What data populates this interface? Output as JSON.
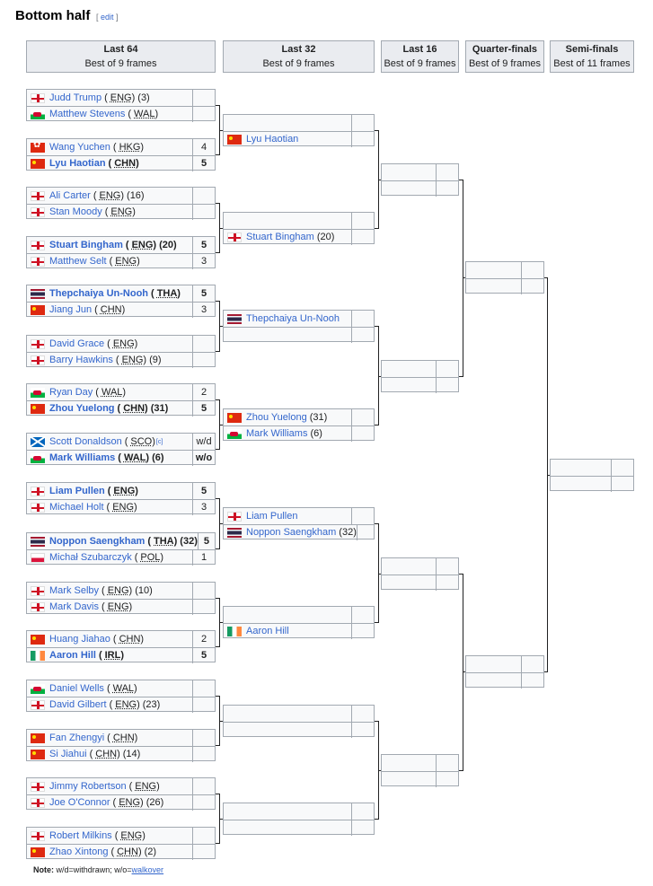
{
  "section": {
    "title": "Bottom half",
    "edit_label": "edit"
  },
  "rounds": [
    {
      "name": "Last 64",
      "format": "Best of 9 frames"
    },
    {
      "name": "Last 32",
      "format": "Best of 9 frames"
    },
    {
      "name": "Last 16",
      "format": "Best of 9 frames"
    },
    {
      "name": "Quarter-finals",
      "format": "Best of 9 frames"
    },
    {
      "name": "Semi-finals",
      "format": "Best of 11 frames"
    }
  ],
  "last64": [
    {
      "p1": {
        "name": "Judd Trump",
        "country": "ENG",
        "seed": "(3)",
        "flag": "eng",
        "score": "",
        "winner": false
      },
      "p2": {
        "name": "Matthew Stevens",
        "country": "WAL",
        "seed": "",
        "flag": "wal",
        "score": "",
        "winner": false
      }
    },
    {
      "p1": {
        "name": "Wang Yuchen",
        "country": "HKG",
        "seed": "",
        "flag": "hkg",
        "score": "4",
        "winner": false
      },
      "p2": {
        "name": "Lyu Haotian",
        "country": "CHN",
        "seed": "",
        "flag": "chn",
        "score": "5",
        "winner": true
      }
    },
    {
      "p1": {
        "name": "Ali Carter",
        "country": "ENG",
        "seed": "(16)",
        "flag": "eng",
        "score": "",
        "winner": false
      },
      "p2": {
        "name": "Stan Moody",
        "country": "ENG",
        "seed": "",
        "flag": "eng",
        "score": "",
        "winner": false
      }
    },
    {
      "p1": {
        "name": "Stuart Bingham",
        "country": "ENG",
        "seed": "(20)",
        "flag": "eng",
        "score": "5",
        "winner": true
      },
      "p2": {
        "name": "Matthew Selt",
        "country": "ENG",
        "seed": "",
        "flag": "eng",
        "score": "3",
        "winner": false
      }
    },
    {
      "p1": {
        "name": "Thepchaiya Un-Nooh",
        "country": "THA",
        "seed": "",
        "flag": "tha",
        "score": "5",
        "winner": true
      },
      "p2": {
        "name": "Jiang Jun",
        "country": "CHN",
        "seed": "",
        "flag": "chn",
        "score": "3",
        "winner": false
      }
    },
    {
      "p1": {
        "name": "David Grace",
        "country": "ENG",
        "seed": "",
        "flag": "eng",
        "score": "",
        "winner": false
      },
      "p2": {
        "name": "Barry Hawkins",
        "country": "ENG",
        "seed": "(9)",
        "flag": "eng",
        "score": "",
        "winner": false
      }
    },
    {
      "p1": {
        "name": "Ryan Day",
        "country": "WAL",
        "seed": "",
        "flag": "wal",
        "score": "2",
        "winner": false
      },
      "p2": {
        "name": "Zhou Yuelong",
        "country": "CHN",
        "seed": "(31)",
        "flag": "chn",
        "score": "5",
        "winner": true
      }
    },
    {
      "p1": {
        "name": "Scott Donaldson",
        "country": "SCO",
        "seed": "",
        "flag": "sco",
        "score": "w/d",
        "winner": false,
        "footnote": "[c]"
      },
      "p2": {
        "name": "Mark Williams",
        "country": "WAL",
        "seed": "(6)",
        "flag": "wal",
        "score": "w/o",
        "winner": true
      }
    },
    {
      "p1": {
        "name": "Liam Pullen",
        "country": "ENG",
        "seed": "",
        "flag": "eng",
        "score": "5",
        "winner": true
      },
      "p2": {
        "name": "Michael Holt",
        "country": "ENG",
        "seed": "",
        "flag": "eng",
        "score": "3",
        "winner": false
      }
    },
    {
      "p1": {
        "name": "Noppon Saengkham",
        "country": "THA",
        "seed": "(32)",
        "flag": "tha",
        "score": "5",
        "winner": true
      },
      "p2": {
        "name": "Michał Szubarczyk",
        "country": "POL",
        "seed": "",
        "flag": "pol",
        "score": "1",
        "winner": false
      }
    },
    {
      "p1": {
        "name": "Mark Selby",
        "country": "ENG",
        "seed": "(10)",
        "flag": "eng",
        "score": "",
        "winner": false
      },
      "p2": {
        "name": "Mark Davis",
        "country": "ENG",
        "seed": "",
        "flag": "eng",
        "score": "",
        "winner": false
      }
    },
    {
      "p1": {
        "name": "Huang Jiahao",
        "country": "CHN",
        "seed": "",
        "flag": "chn",
        "score": "2",
        "winner": false
      },
      "p2": {
        "name": "Aaron Hill",
        "country": "IRL",
        "seed": "",
        "flag": "irl",
        "score": "5",
        "winner": true
      }
    },
    {
      "p1": {
        "name": "Daniel Wells",
        "country": "WAL",
        "seed": "",
        "flag": "wal",
        "score": "",
        "winner": false
      },
      "p2": {
        "name": "David Gilbert",
        "country": "ENG",
        "seed": "(23)",
        "flag": "eng",
        "score": "",
        "winner": false
      }
    },
    {
      "p1": {
        "name": "Fan Zhengyi",
        "country": "CHN",
        "seed": "",
        "flag": "chn",
        "score": "",
        "winner": false
      },
      "p2": {
        "name": "Si Jiahui",
        "country": "CHN",
        "seed": "(14)",
        "flag": "chn",
        "score": "",
        "winner": false
      }
    },
    {
      "p1": {
        "name": "Jimmy Robertson",
        "country": "ENG",
        "seed": "",
        "flag": "eng",
        "score": "",
        "winner": false
      },
      "p2": {
        "name": "Joe O'Connor",
        "country": "ENG",
        "seed": "(26)",
        "flag": "eng",
        "score": "",
        "winner": false
      }
    },
    {
      "p1": {
        "name": "Robert Milkins",
        "country": "ENG",
        "seed": "",
        "flag": "eng",
        "score": "",
        "winner": false
      },
      "p2": {
        "name": "Zhao Xintong",
        "country": "CHN",
        "seed": "(2)",
        "flag": "chn",
        "score": "",
        "winner": false
      }
    }
  ],
  "last32": [
    {
      "p1": {
        "name": "",
        "seed": "",
        "flag": ""
      },
      "p2": {
        "name": "Lyu Haotian",
        "seed": "",
        "flag": "chn"
      }
    },
    {
      "p1": {
        "name": "",
        "seed": "",
        "flag": ""
      },
      "p2": {
        "name": "Stuart Bingham",
        "seed": "(20)",
        "flag": "eng"
      }
    },
    {
      "p1": {
        "name": "Thepchaiya Un-Nooh",
        "seed": "",
        "flag": "tha"
      },
      "p2": {
        "name": "",
        "seed": "",
        "flag": ""
      }
    },
    {
      "p1": {
        "name": "Zhou Yuelong",
        "seed": "(31)",
        "flag": "chn"
      },
      "p2": {
        "name": "Mark Williams",
        "seed": "(6)",
        "flag": "wal"
      }
    },
    {
      "p1": {
        "name": "Liam Pullen",
        "seed": "",
        "flag": "eng"
      },
      "p2": {
        "name": "Noppon Saengkham",
        "seed": "(32)",
        "flag": "tha"
      }
    },
    {
      "p1": {
        "name": "",
        "seed": "",
        "flag": ""
      },
      "p2": {
        "name": "Aaron Hill",
        "seed": "",
        "flag": "irl"
      }
    },
    {
      "p1": {
        "name": "",
        "seed": "",
        "flag": ""
      },
      "p2": {
        "name": "",
        "seed": "",
        "flag": ""
      }
    },
    {
      "p1": {
        "name": "",
        "seed": "",
        "flag": ""
      },
      "p2": {
        "name": "",
        "seed": "",
        "flag": ""
      }
    }
  ],
  "note": {
    "label": "Note:",
    "text": " w/d=withdrawn; w/o=",
    "link": "walkover"
  }
}
